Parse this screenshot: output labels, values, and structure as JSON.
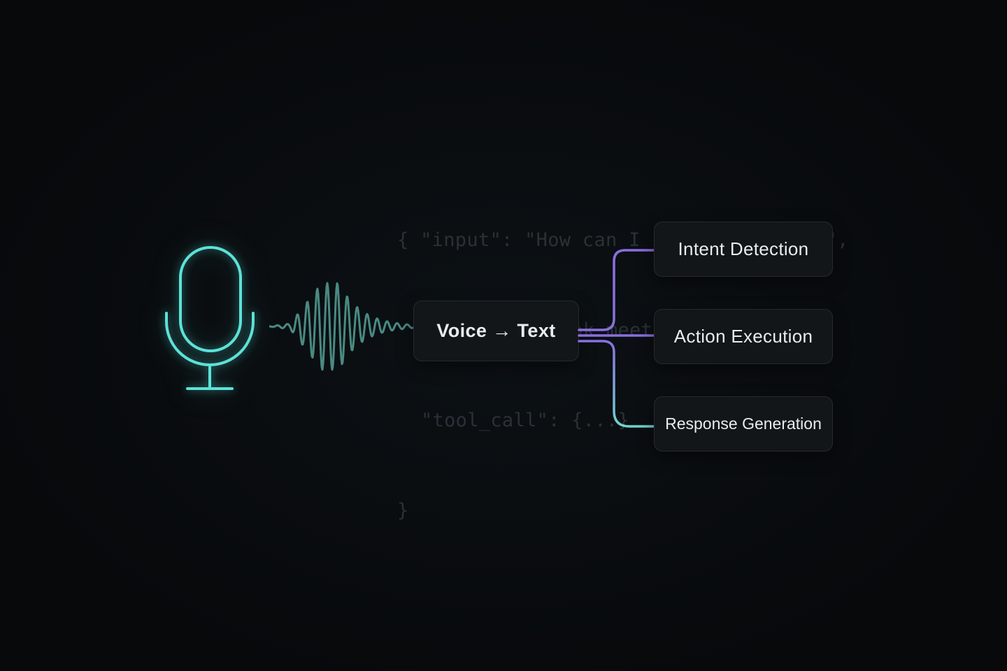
{
  "code_snippet": {
    "line1_open": "{ ",
    "line1": "\"input\": \"How can I help you today?\",",
    "line2": "\"intent\": \"book_meeting\",",
    "line3": "\"tool_call\": {...}",
    "line4": "}"
  },
  "nodes": {
    "source": "Voice → Text",
    "branches": [
      {
        "label": "Intent Detection"
      },
      {
        "label": "Action Execution"
      },
      {
        "label": "Response Generation"
      }
    ]
  },
  "icons": {
    "microphone": "microphone-icon",
    "sound_wave": "sound-wave-icon"
  },
  "colors": {
    "background": "#07090b",
    "microphone": "#5ce2d8",
    "wave": "#4a8a82",
    "connector_purple": "#8a6fe0",
    "connector_teal": "#6fd3d0",
    "node_fill": "#121619",
    "node_border": "#242a2f",
    "node_text": "#e6ecef",
    "code_text": "#2a3136"
  }
}
